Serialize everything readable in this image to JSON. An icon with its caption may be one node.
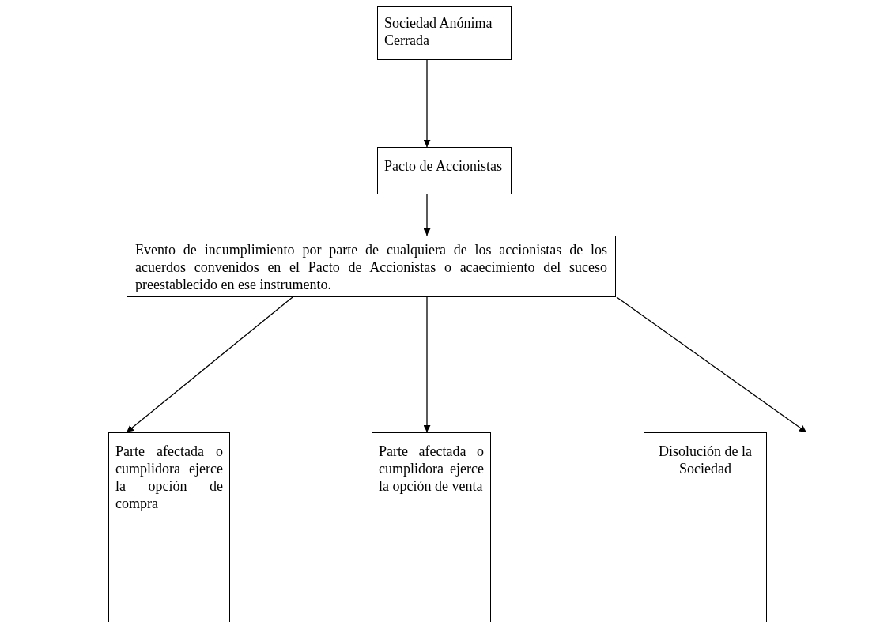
{
  "diagram": {
    "nodes": [
      {
        "text": [
          "Sociedad Anónima Cerrada"
        ]
      },
      {
        "text": [
          "Pacto de Accionistas"
        ]
      },
      {
        "text": [
          "Evento de incumplimiento por parte de cualquiera de los accionistas de los acuerdos convenidos en el Pacto de Accionistas o acaecimiento del suceso preestablecido en ese instrumento."
        ]
      },
      {
        "text": [
          "Parte afectada o cumplidora ejerce la opción de compra"
        ]
      },
      {
        "text": [
          "Parte afectada o cumplidora ejerce la opción de venta"
        ]
      },
      {
        "text": [
          "Disolución de la Sociedad"
        ]
      }
    ],
    "edges": [
      {
        "from": 0,
        "to": 1,
        "arrow": "to"
      },
      {
        "from": 1,
        "to": 2,
        "arrow": "to"
      },
      {
        "from": 2,
        "to": 3,
        "arrow": "to"
      },
      {
        "from": 2,
        "to": 4,
        "arrow": "to"
      },
      {
        "from": 2,
        "to": 5,
        "arrow": "to"
      }
    ]
  }
}
